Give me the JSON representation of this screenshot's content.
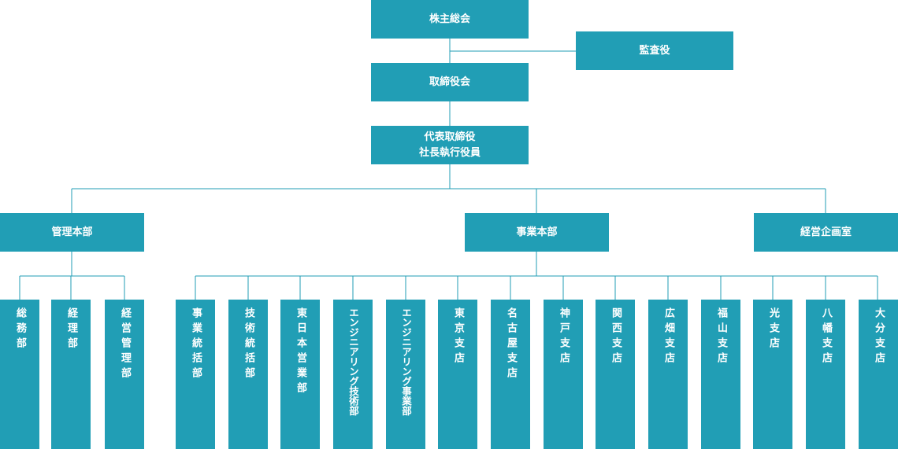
{
  "top": {
    "shareholders": "株主総会",
    "auditor": "監査役",
    "board": "取締役会",
    "ceo": "代表取締役\n社長執行役員"
  },
  "divisions": {
    "management": "管理本部",
    "business": "事業本部",
    "planning": "経営企画室"
  },
  "management_units": [
    "総務部",
    "経理部",
    "経営管理部"
  ],
  "business_units": [
    "事業統括部",
    "技術統括部",
    "東日本営業部",
    "エンジニアリング技術部",
    "エンジニアリング事業部",
    "東京支店",
    "名古屋支店",
    "神戸支店",
    "関西支店",
    "広畑支店",
    "福山支店",
    "光支店",
    "八幡支店",
    "大分支店"
  ],
  "colors": {
    "box": "#219eb5",
    "line": "#219eb5",
    "text": "#ffffff"
  }
}
